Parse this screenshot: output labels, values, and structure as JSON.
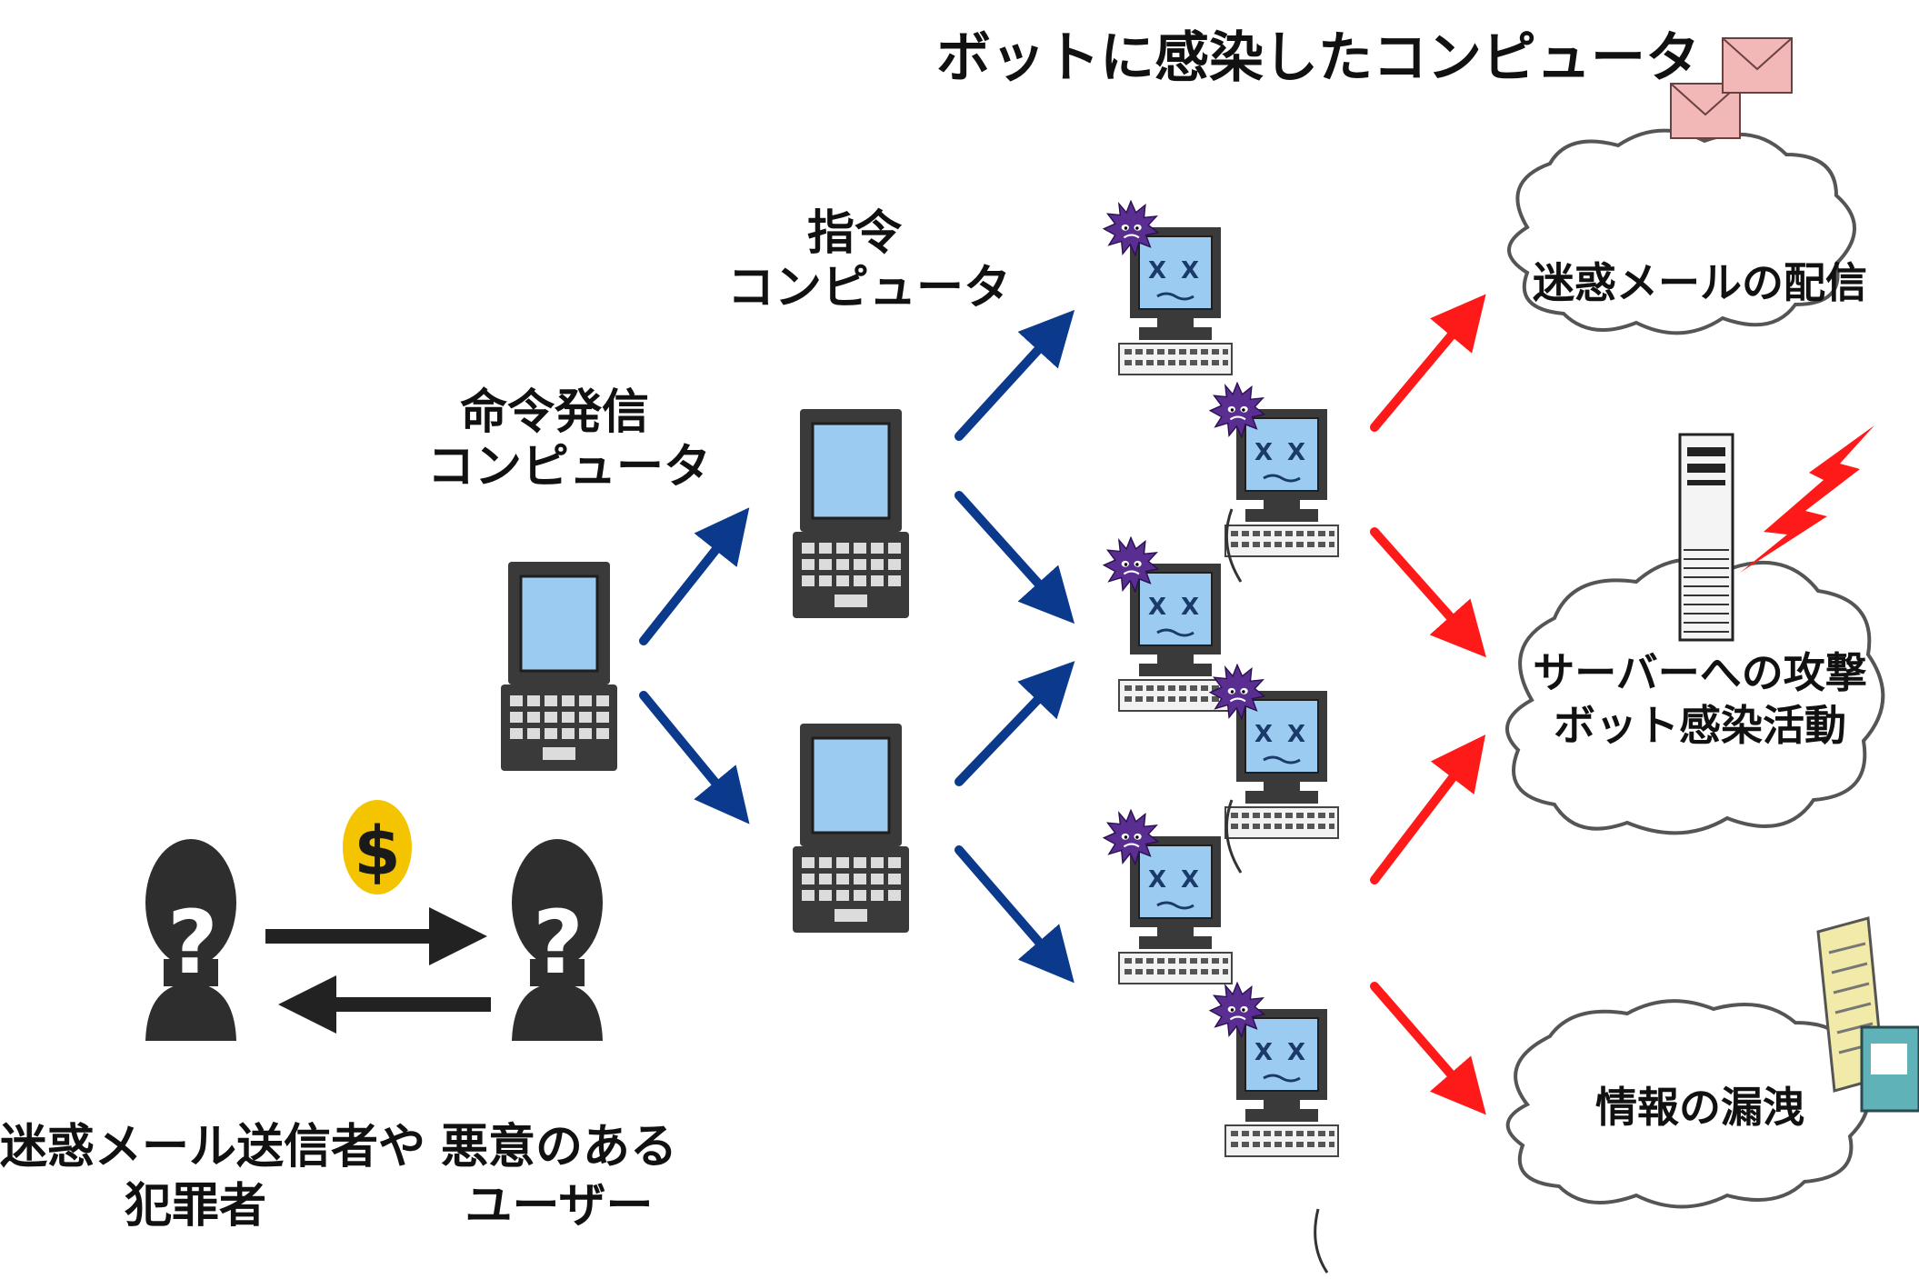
{
  "title": "ボットに感染したコンピュータ",
  "command_source": {
    "line1": "命令発信",
    "line2": "コンピュータ"
  },
  "command_relay": {
    "line1": "指令",
    "line2": "コンピュータ"
  },
  "actors": {
    "spammer": {
      "line1": "迷惑メール送信者や",
      "line2": "犯罪者"
    },
    "malicious_user": {
      "line1": "悪意のある",
      "line2": "ユーザー"
    }
  },
  "payment_symbol": "$",
  "unknown_symbol": "?",
  "outcomes": {
    "spam": "迷惑メールの配信",
    "attack": {
      "line1": "サーバーへの攻撃",
      "line2": "ボット感染活動"
    },
    "leak": "情報の漏洩"
  },
  "colors": {
    "command_arrow": "#0b3a8c",
    "outcome_arrow": "#ff1a1a",
    "bot_virus": "#5a2d91",
    "screen": "#9ccbf2",
    "coin": "#f5c400",
    "envelope": "#f2b8b8",
    "lightning": "#ff1a1a"
  },
  "icons": [
    "laptop-icon",
    "infected-pc-icon",
    "virus-icon",
    "person-icon",
    "dollar-coin-icon",
    "envelope-icon",
    "server-icon",
    "lightning-icon",
    "document-icon",
    "cloud-icon"
  ]
}
